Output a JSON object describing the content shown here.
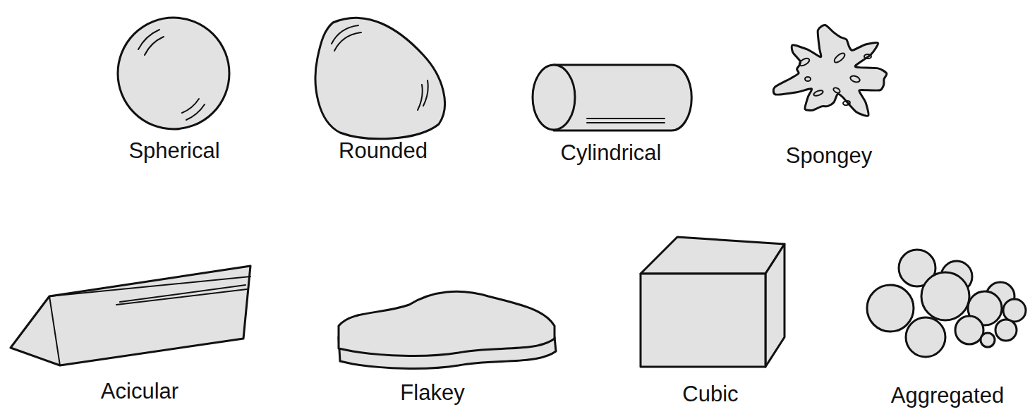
{
  "diagram": {
    "labels": [
      "Spherical",
      "Rounded",
      "Cylindrical",
      "Spongey",
      "Acicular",
      "Flakey",
      "Cubic",
      "Aggregated"
    ]
  }
}
